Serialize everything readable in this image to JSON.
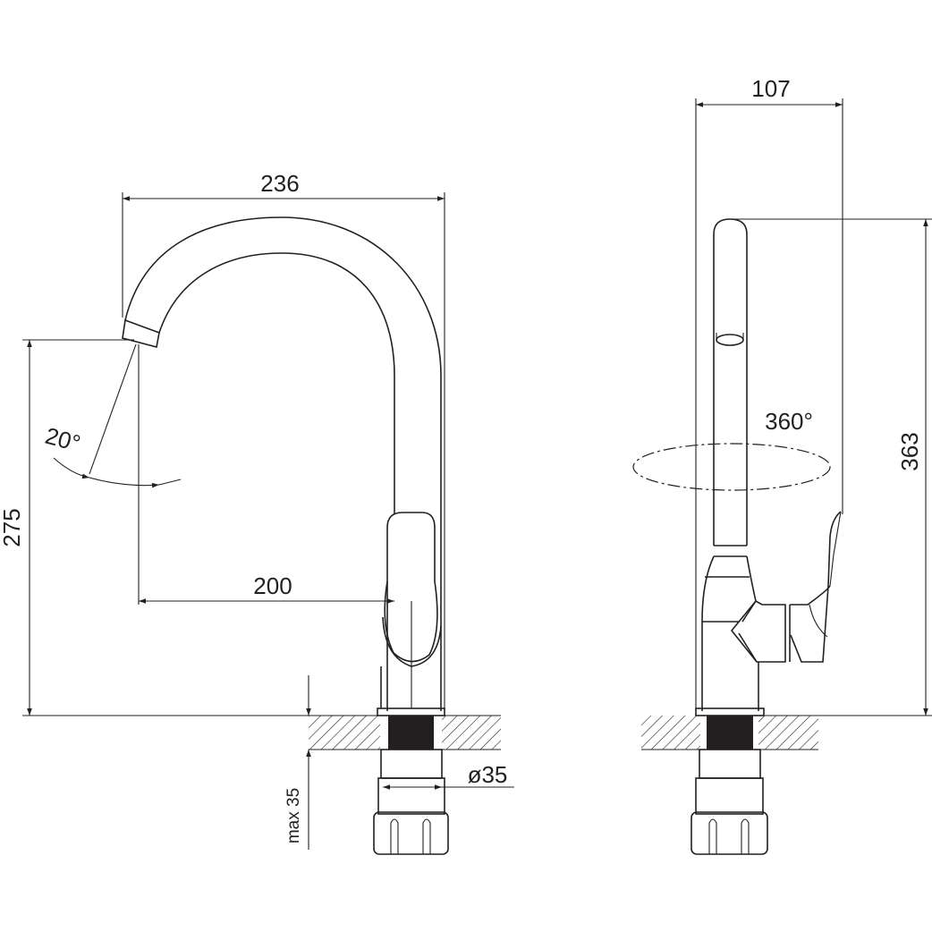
{
  "title": "Kitchen faucet dimension drawing",
  "front_view": {
    "dims": {
      "width": "236",
      "height": "275",
      "reach": "200",
      "angle": "20°",
      "counter_thickness": "max 35",
      "hole_diameter": "ø35"
    }
  },
  "side_view": {
    "dims": {
      "depth": "107",
      "height": "363",
      "rotation": "360°"
    }
  },
  "colors": {
    "line": "#231f20",
    "background": "#ffffff"
  }
}
